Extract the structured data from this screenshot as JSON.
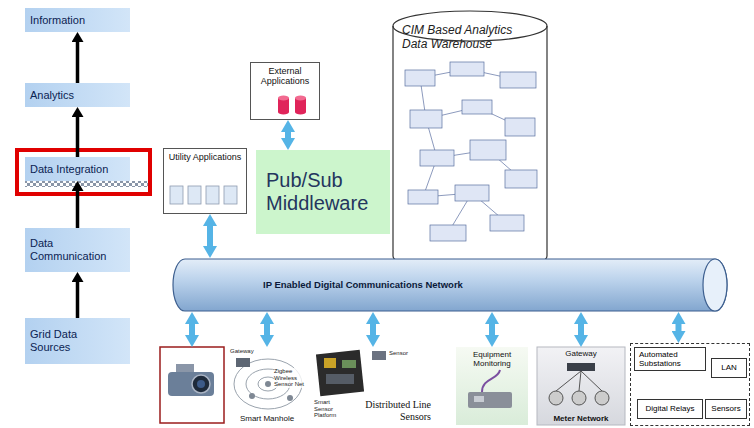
{
  "diagram": {
    "nodes": [
      {
        "text": [
          "Information"
        ]
      },
      {
        "text": [
          "Analytics"
        ]
      },
      {
        "text": [
          "Data Integration"
        ]
      },
      {
        "text": [
          "Data Communication"
        ]
      },
      {
        "text": [
          "Grid Data Sources"
        ]
      },
      {
        "text": [
          "External Applications"
        ]
      },
      {
        "text": [
          "Utility Applications"
        ]
      },
      {
        "text": [
          "Pub/Sub Middleware"
        ]
      },
      {
        "text": [
          "CIM Based Analytics Data Warehouse"
        ]
      },
      {
        "text": [
          "IP Enabled Digital Communications Network"
        ]
      },
      {
        "text": [
          "Smart Manhole"
        ]
      },
      {
        "text": [
          "Distributed Line Sensors"
        ]
      },
      {
        "text": [
          "Equipment Monitoring"
        ]
      },
      {
        "text": [
          "Gateway",
          "Meter Network"
        ]
      },
      {
        "text": [
          "Automated Substations"
        ]
      },
      {
        "text": [
          "LAN"
        ],
        "in": 14
      },
      {
        "text": [
          "Digital Relays"
        ],
        "in": 14
      },
      {
        "text": [
          "Sensors"
        ],
        "in": 14
      }
    ],
    "edges": [
      {
        "from": 4,
        "to": 3,
        "arrow": "to"
      },
      {
        "from": 3,
        "to": 2,
        "arrow": "to"
      },
      {
        "from": 2,
        "to": 1,
        "arrow": "to"
      },
      {
        "from": 1,
        "to": 0,
        "arrow": "to"
      },
      {
        "from": 5,
        "to": 7,
        "arrow": "both"
      },
      {
        "from": 6,
        "to": 9,
        "arrow": "both"
      },
      {
        "from": 9,
        "to": 10,
        "arrow": "both"
      },
      {
        "from": 9,
        "to": 11,
        "arrow": "both"
      },
      {
        "from": 9,
        "to": 12,
        "arrow": "both"
      },
      {
        "from": 9,
        "to": 13,
        "arrow": "both"
      },
      {
        "from": 9,
        "to": 14,
        "arrow": "both"
      }
    ],
    "labels": [
      "Gateway",
      "Zigbee Wireless Sensor Net",
      "Smart Sensor Platform",
      "Sensor"
    ]
  }
}
